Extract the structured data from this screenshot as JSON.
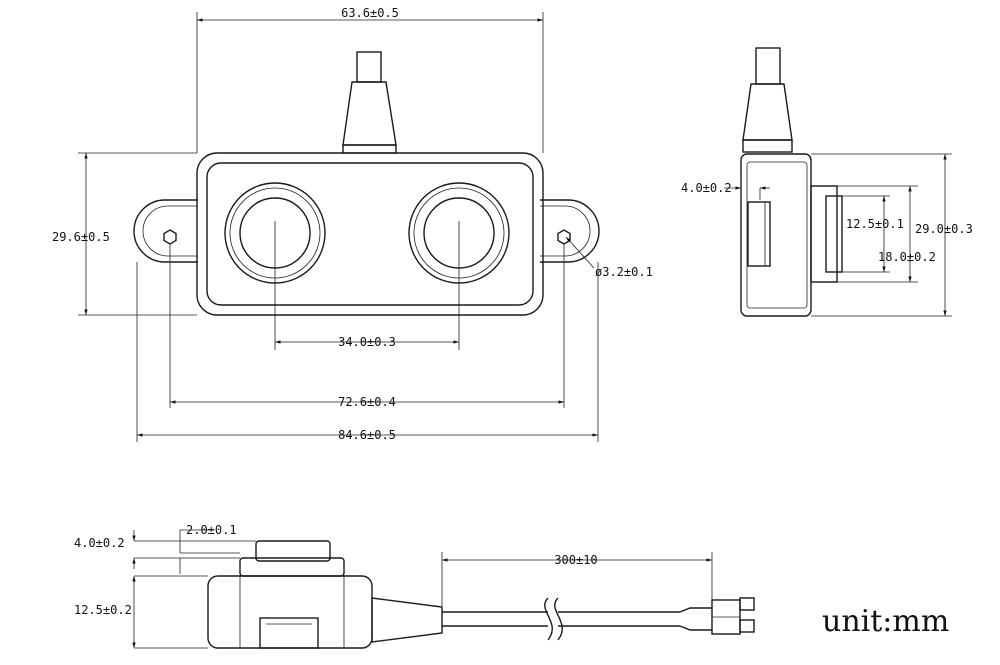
{
  "dimensions": {
    "top_width": "63.6±0.5",
    "height_left": "29.6±0.5",
    "hole_dia": "ø3.2±0.1",
    "sensor_spacing": "34.0±0.3",
    "hole_spacing": "72.6±0.4",
    "overall_width": "84.6±0.5",
    "side_step": "4.0±0.2",
    "side_inner": "12.5±0.1",
    "side_height": "29.0±0.3",
    "side_boss": "18.0±0.2",
    "bottom_step": "4.0±0.2",
    "bottom_offset": "2.0±0.1",
    "bottom_height": "12.5±0.2",
    "cable_length": "300±10"
  },
  "unit_label": "unit:mm"
}
